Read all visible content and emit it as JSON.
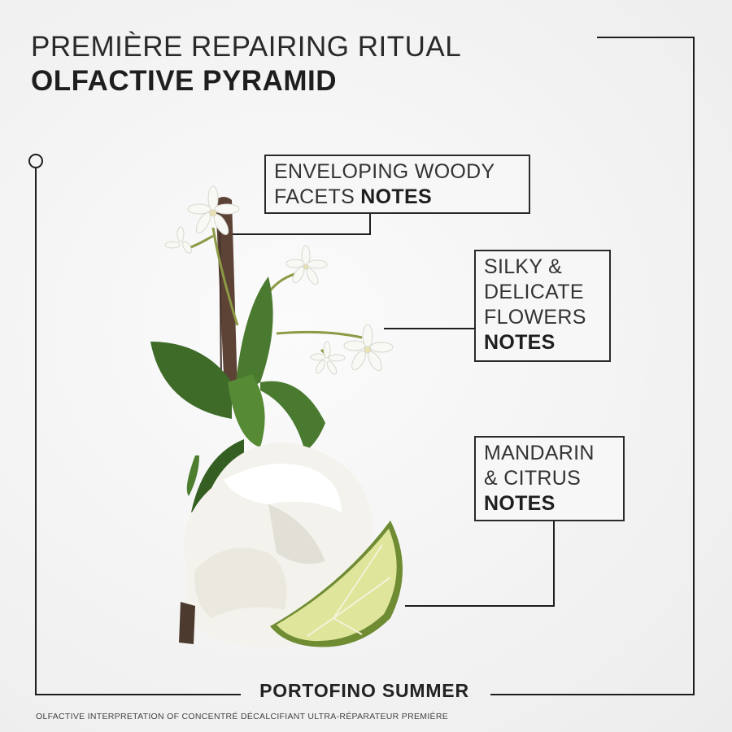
{
  "header": {
    "title_line1": "PREMIÈRE REPAIRING RITUAL",
    "title_line2": "OLFACTIVE PYRAMID"
  },
  "notes": {
    "top": {
      "line1": "ENVELOPING WOODY",
      "line2_prefix": "FACETS ",
      "emphasis": "NOTES"
    },
    "middle": {
      "line1": "SILKY &",
      "line2": "DELICATE",
      "line3": "FLOWERS",
      "emphasis": "NOTES"
    },
    "base": {
      "line1": "MANDARIN",
      "line2": "& CITRUS",
      "emphasis": "NOTES"
    }
  },
  "footer": {
    "fragrance_name": "PORTOFINO SUMMER",
    "caption": "OLFACTIVE INTERPRETATION OF CONCENTRÉ DÉCALCIFIANT ULTRA-RÉPARATEUR PREMIÈRE"
  },
  "colors": {
    "background": "#f3f3f3",
    "line": "#1e1e1e",
    "leaf": "#3f6b2a",
    "wood": "#5a4034",
    "lime": "#d8e08a"
  }
}
